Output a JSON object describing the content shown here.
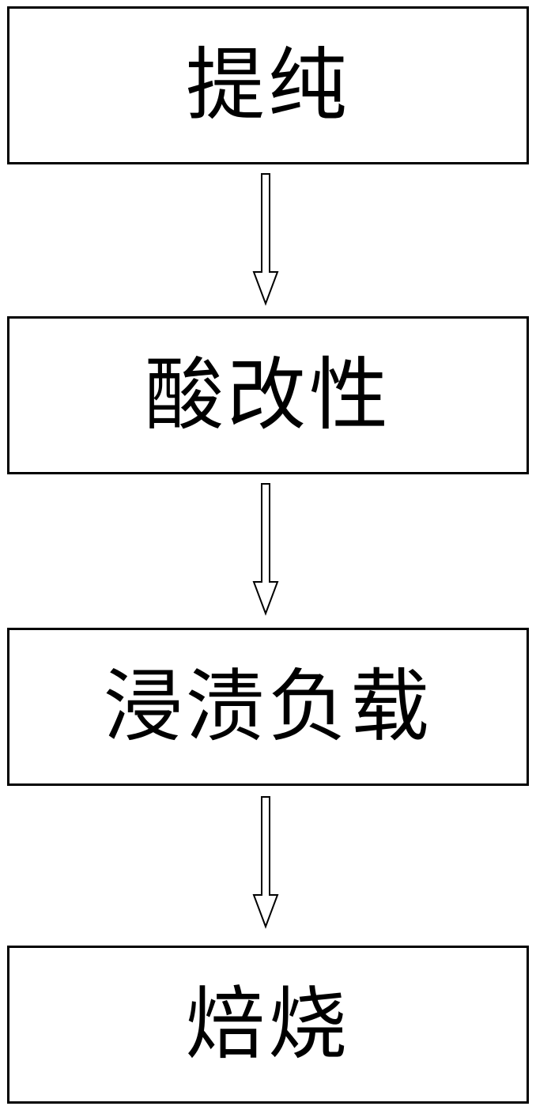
{
  "steps": [
    {
      "label": "提纯"
    },
    {
      "label": "酸改性"
    },
    {
      "label": "浸渍负载"
    },
    {
      "label": "焙烧"
    }
  ],
  "colors": {
    "stroke": "#000000",
    "background": "#ffffff"
  }
}
